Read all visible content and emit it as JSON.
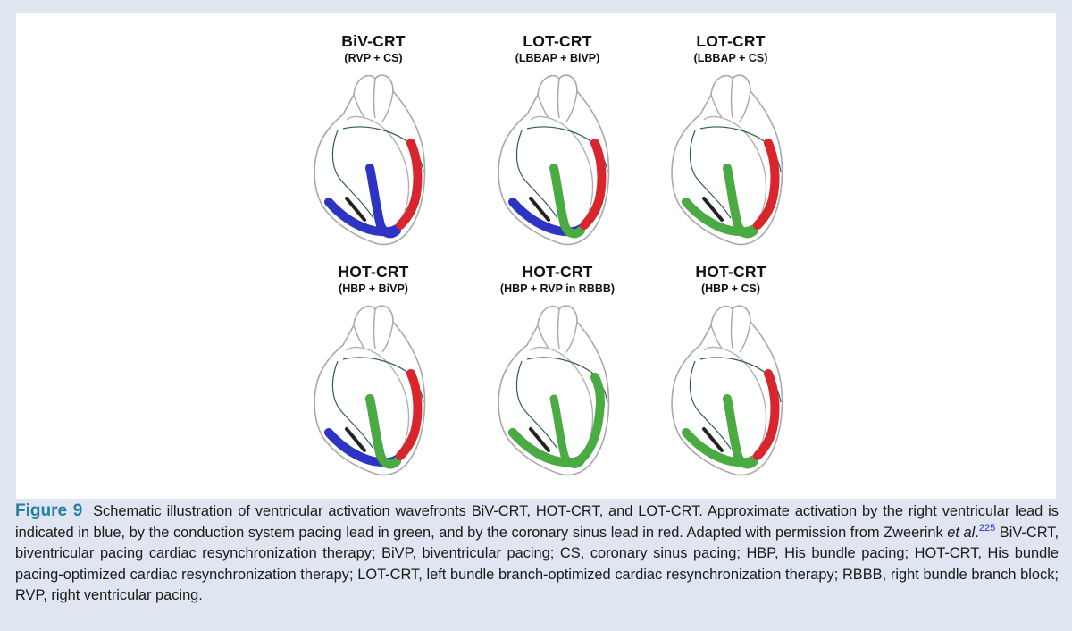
{
  "panels": [
    {
      "title": "BiV-CRT",
      "subtitle": "(RVP + CS)",
      "blue": "full",
      "green": "none",
      "red": true
    },
    {
      "title": "LOT-CRT",
      "subtitle": "(LBBAP + BiVP)",
      "blue": "apex",
      "green": "septum",
      "red": true
    },
    {
      "title": "LOT-CRT",
      "subtitle": "(LBBAP + CS)",
      "blue": "none",
      "green": "full",
      "red": true
    },
    {
      "title": "HOT-CRT",
      "subtitle": "(HBP + BiVP)",
      "blue": "full",
      "green": "septum",
      "red": true
    },
    {
      "title": "HOT-CRT",
      "subtitle": "(HBP + RVP in RBBB)",
      "blue": "apex",
      "green": "wall",
      "red": false
    },
    {
      "title": "HOT-CRT",
      "subtitle": "(HBP + CS)",
      "blue": "none",
      "green": "full",
      "red": true
    }
  ],
  "colors": {
    "right_ventricular_lead": "#2d34c4",
    "conduction_system_lead": "#4aab43",
    "coronary_sinus_lead": "#d8262c",
    "figure_label": "#2a7ba6",
    "background": "#dfe6f1"
  },
  "caption": {
    "label": "Figure 9",
    "part1": "Schematic illustration of ventricular activation wavefronts BiV-CRT, HOT-CRT, and LOT-CRT. Approximate activation by the right ventricular lead is indicated in blue, by the conduction system pacing lead in green, and by the coronary sinus lead in red. Adapted with permission from Zweerink ",
    "et_al": "et al",
    "dot": ".",
    "ref": "225",
    "part2": " BiV-CRT, biventricular pacing cardiac resynchronization therapy; BiVP,  biventricular pacing; CS, coronary sinus pacing; HBP, His bundle pacing; HOT-CRT, His bundle pacing-optimized cardiac resynchronization therapy; LOT-CRT, left bundle branch-optimized cardiac resynchronization therapy; RBBB, right bundle branch block; RVP, right ventricular pacing."
  }
}
